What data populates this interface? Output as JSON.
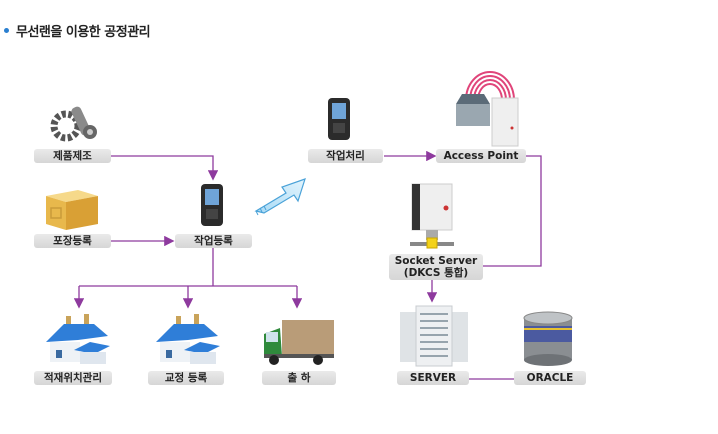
{
  "title": "무선랜을 이용한 공정관리",
  "colors": {
    "connector": "#8e3a9e",
    "bullet": "#2a7fd0",
    "label_bg": "#dcdcdc"
  },
  "nodes": {
    "manufacture": {
      "label": "제품제조",
      "icon": "gears-icon"
    },
    "packing": {
      "label": "포장등록",
      "icon": "box-icon"
    },
    "work_register": {
      "label": "작업등록",
      "icon": "pda-icon"
    },
    "work_process": {
      "label": "작업처리",
      "icon": "pda-icon"
    },
    "access_point": {
      "label": "Access Point",
      "icon": "wireless-ap-icon"
    },
    "socket_server": {
      "label_line1": "Socket Server",
      "label_line2": "(DKCS 통합)",
      "icon": "server-icon"
    },
    "stock_location": {
      "label": "적재위치관리",
      "icon": "warehouse-icon"
    },
    "correction": {
      "label": "교정 등록",
      "icon": "warehouse-icon"
    },
    "shipping": {
      "label": "출 하",
      "icon": "truck-icon"
    },
    "server": {
      "label": "SERVER",
      "icon": "server-rack-icon"
    },
    "oracle": {
      "label": "ORACLE",
      "icon": "database-icon"
    }
  }
}
